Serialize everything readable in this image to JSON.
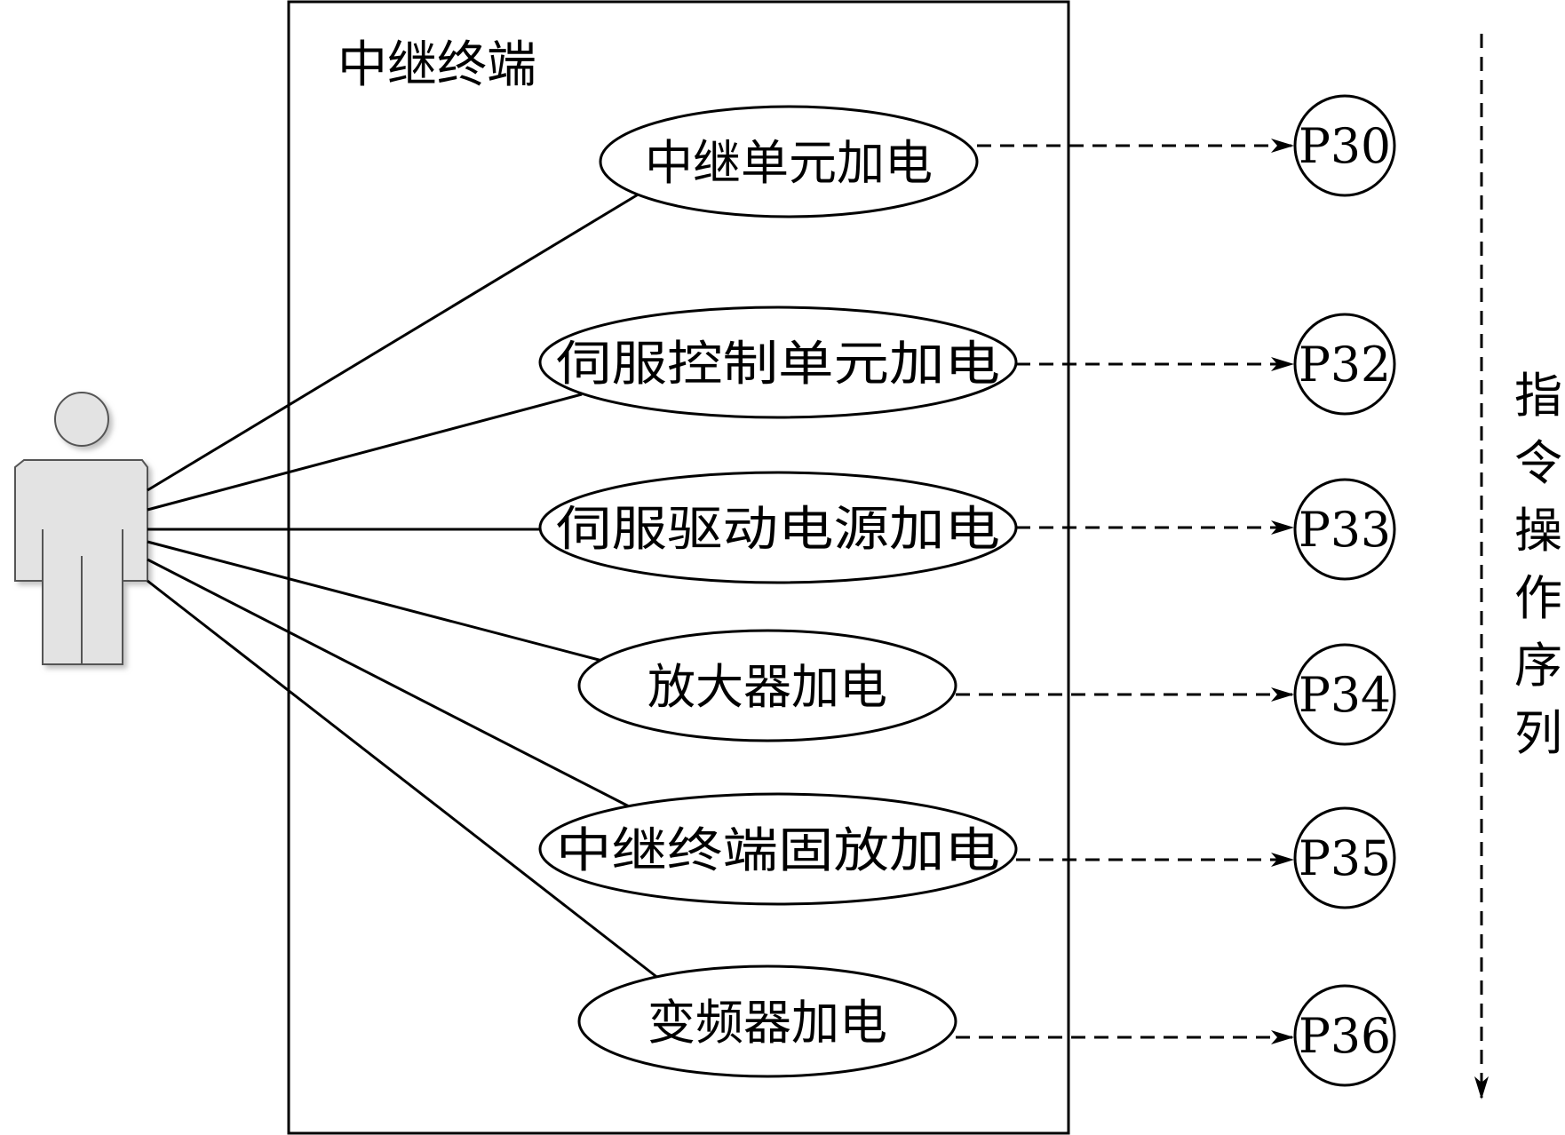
{
  "system": {
    "title": "中继终端"
  },
  "use_cases": [
    {
      "label": "中继单元加电",
      "step": "P30"
    },
    {
      "label": "伺服控制单元加电",
      "step": "P32"
    },
    {
      "label": "伺服驱动电源加电",
      "step": "P33"
    },
    {
      "label": "放大器加电",
      "step": "P34"
    },
    {
      "label": "中继终端固放加电",
      "step": "P35"
    },
    {
      "label": "变频器加电",
      "step": "P36"
    }
  ],
  "sequence": {
    "label": "指令操作序列",
    "chars": [
      "指",
      "令",
      "操",
      "作",
      "序",
      "列"
    ]
  },
  "colors": {
    "actor_fill": "#e3e3e3",
    "actor_stroke": "#555555",
    "line": "#000000"
  }
}
